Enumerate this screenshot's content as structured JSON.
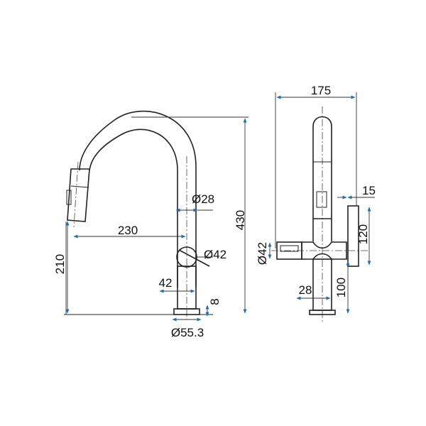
{
  "dimensions": {
    "side_view": {
      "outlet_height": "210",
      "spout_reach": "230",
      "spout_diameter": "Ø28",
      "body_diameter": "Ø42",
      "base_width": "42",
      "base_thickness": "8",
      "base_diameter": "Ø55.3",
      "total_height": "430"
    },
    "front_view": {
      "total_width": "175",
      "lever_offset": "15",
      "lever_height": "120",
      "body_diameter": "Ø42",
      "stem_width": "28",
      "stem_height": "100"
    }
  },
  "colors": {
    "line": "#222222",
    "dimension_arrow": "#1a6fc4"
  }
}
